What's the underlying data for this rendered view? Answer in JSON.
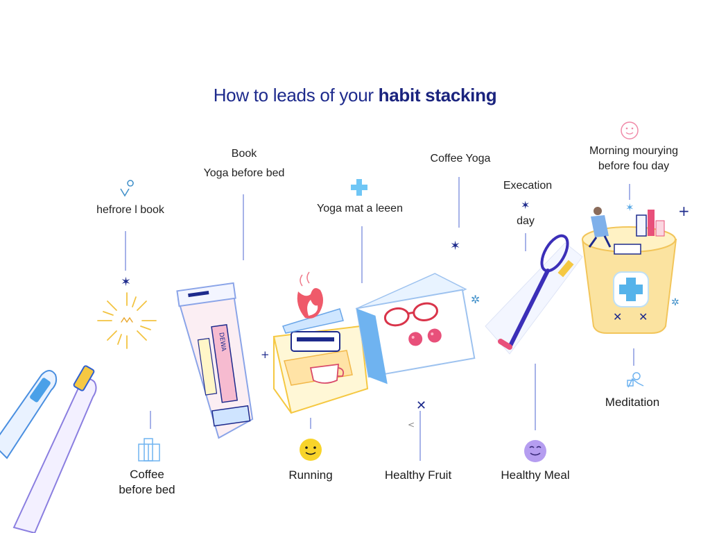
{
  "title": {
    "part1": "How to leads of your",
    "part2": "habit stacking"
  },
  "labels": {
    "hefrore_book": "hefrore l book",
    "book_line1": "Book",
    "book_line2": "Yoga before bed",
    "yoga_mat": "Yoga mat a leeen",
    "coffee_yoga": "Coffee Yoga",
    "execation": "Execation",
    "day": "day",
    "morning_line1": "Morning mourying",
    "morning_line2": "before fou day",
    "coffee_before_line1": "Coffee",
    "coffee_before_line2": "before bed",
    "running": "Running",
    "healthy_fruit": "Healthy Fruit",
    "healthy_meal": "Healthy Meal",
    "meditation": "Meditation",
    "tube_text": "DEWA"
  },
  "colors": {
    "navy": "#1d2a8c",
    "blue_light": "#5aa9e6",
    "yellow": "#f5c842",
    "pink": "#e8507a",
    "purple": "#7a5cd6",
    "cup": "#fbe3a0"
  }
}
